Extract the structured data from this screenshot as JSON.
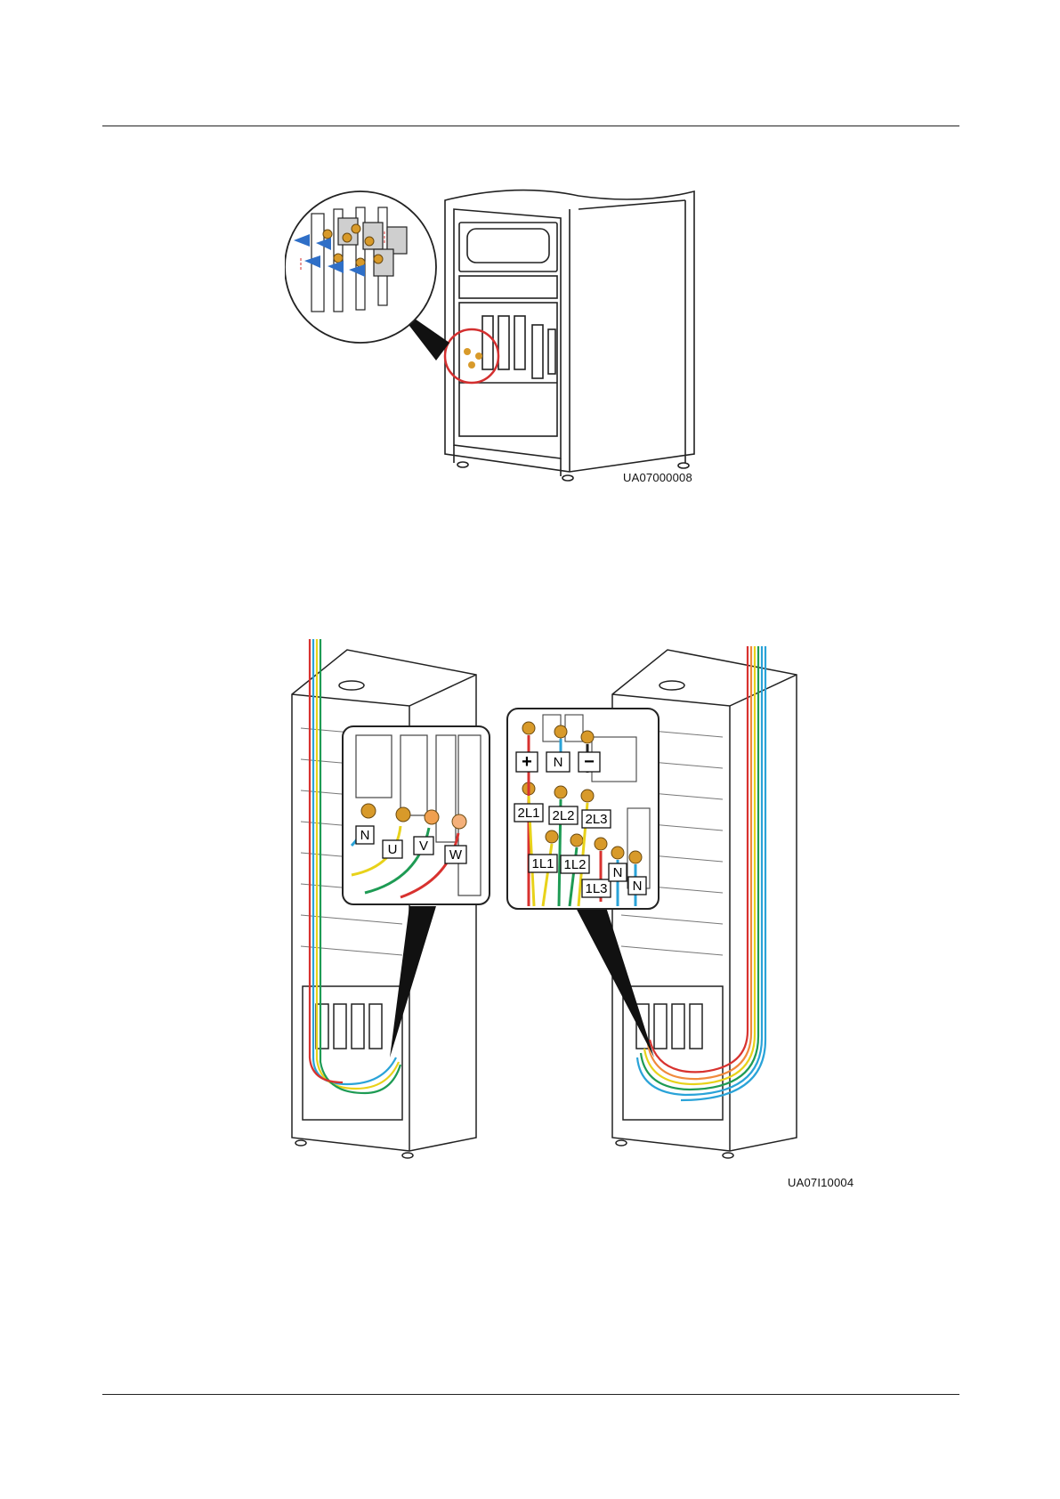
{
  "figure1": {
    "id": "UA07000008",
    "colors": {
      "callout": "#d32f2f",
      "arrow": "#2f6fc7",
      "terminal": "#d89a2a"
    }
  },
  "figure2": {
    "id": "UA07I10004",
    "output_labels": [
      "N",
      "U",
      "V",
      "W"
    ],
    "input_labels": {
      "battery": [
        "+",
        "N",
        "−"
      ],
      "bypass": [
        "2L1",
        "2L2",
        "2L3"
      ],
      "mains": [
        "1L1",
        "1L2",
        "1L3"
      ],
      "neutral": [
        "N",
        "N"
      ]
    },
    "colors": {
      "red": "#d8322f",
      "yellow": "#e8d21a",
      "green": "#1e9b54",
      "blue": "#2aa3d8",
      "orange": "#f08a3c"
    }
  }
}
